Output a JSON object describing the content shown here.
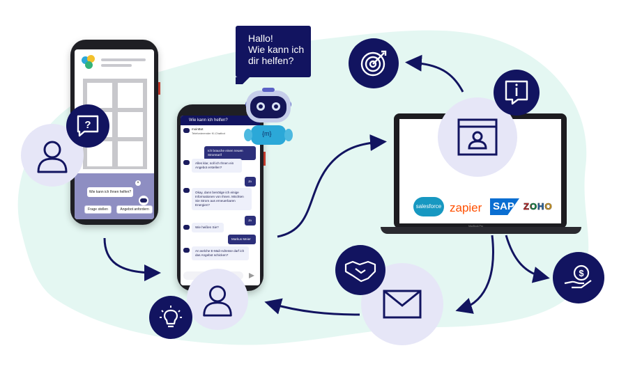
{
  "speech_bubble": {
    "text": "Hallo!\nWie kann ich\ndir helfen?"
  },
  "phone1": {
    "prompt": "Wie kann ich Ihnen helfen?",
    "chips": [
      "Frage stellen",
      "Angebot anfordern"
    ]
  },
  "phone2": {
    "header": "Wie kann ich helfen?",
    "bot_name": "moinBot",
    "bot_subtitle": "Telefonierender KI-Chatbot",
    "messages": [
      {
        "from": "user",
        "text": "Ich brauche einen neuen Stromtarif"
      },
      {
        "from": "bot",
        "text": "Alles klar, soll ich Ihnen ein Angebot erstellen?"
      },
      {
        "from": "user",
        "text": "Ja"
      },
      {
        "from": "bot",
        "text": "Okay, dann benötige ich einige Informationen von Ihnen. Möchten Sie Strom aus erneuerbaren Energien?"
      },
      {
        "from": "user",
        "text": "Ja"
      },
      {
        "from": "bot",
        "text": "Wie heißen Sie?"
      },
      {
        "from": "user",
        "text": "Markus Meier"
      },
      {
        "from": "bot",
        "text": "An welche E-Mail-Adresse darf ich das Angebot schicken?"
      }
    ]
  },
  "robot": {
    "badge": "{m}"
  },
  "integrations": {
    "salesforce": "salesforce",
    "zapier": "zapier",
    "sap": "SAP",
    "zoho": "ZOHO"
  },
  "laptop": {
    "brand": "MacBook Pro"
  },
  "colors": {
    "navy": "#121460",
    "lavender": "#e6e6f7",
    "mint": "#e4f7f2",
    "salesforce": "#1798c1",
    "zapier": "#ff4f00",
    "sap": "#0a6ed1"
  },
  "icons": [
    "question-icon",
    "user-icon",
    "target-icon",
    "info-icon",
    "profile-window-icon",
    "handshake-icon",
    "mail-icon",
    "money-hand-icon",
    "lightbulb-icon",
    "robot-icon"
  ]
}
